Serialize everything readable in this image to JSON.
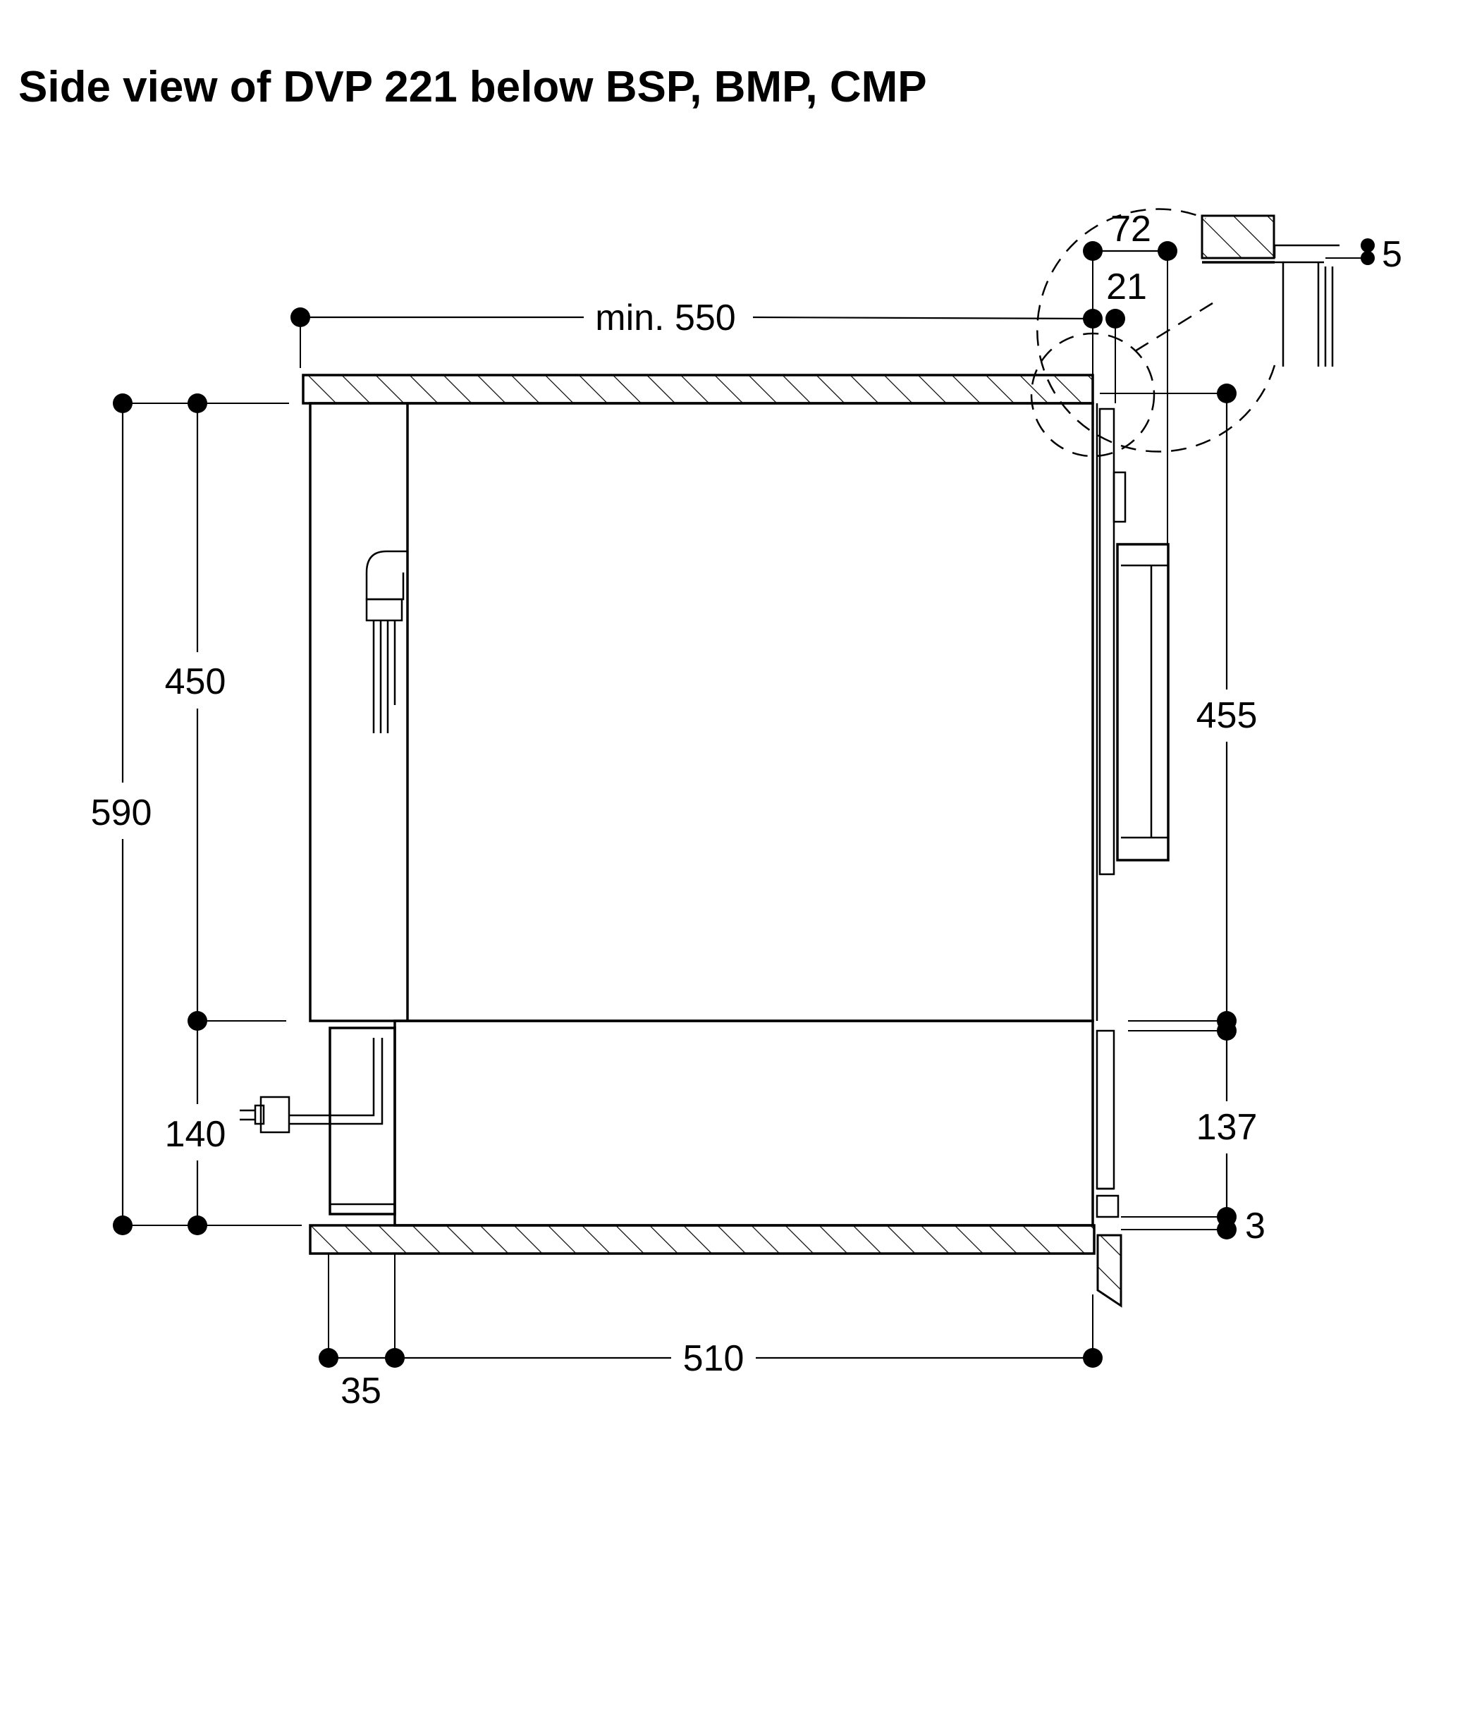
{
  "title": "Side view of DVP 221 below BSP, BMP, CMP",
  "dimensions": {
    "width_top": "min. 550",
    "front_72": "72",
    "front_21": "21",
    "detail_5": "5",
    "height_total": "590",
    "height_upper": "450",
    "height_lower": "140",
    "height_front": "455",
    "height_drawer": "137",
    "gap_bottom": "3",
    "depth_35": "35",
    "depth_510": "510"
  },
  "colors": {
    "line": "#000000",
    "background": "#ffffff"
  }
}
